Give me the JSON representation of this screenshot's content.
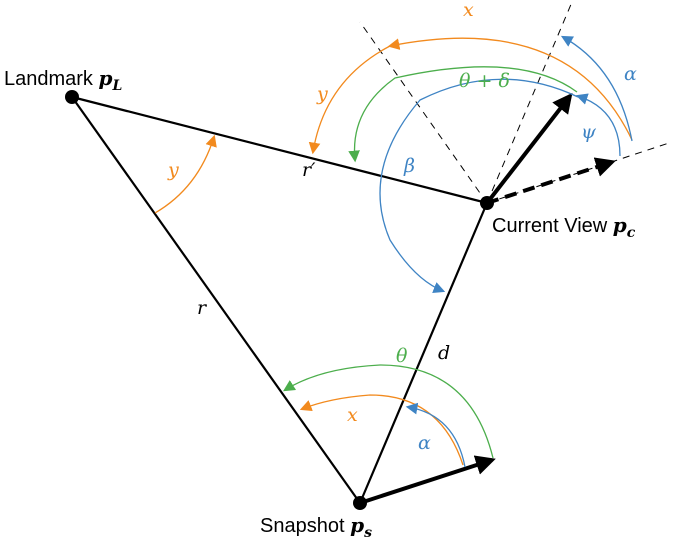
{
  "points": {
    "landmark": {
      "label": "Landmark ",
      "symbol": "p",
      "subscript": "L"
    },
    "current": {
      "label": "Current View ",
      "symbol": "p",
      "subscript": "c"
    },
    "snapshot": {
      "label": "Snapshot ",
      "symbol": "p",
      "subscript": "s"
    }
  },
  "edge_labels": {
    "r": "r",
    "r_prime": "r′",
    "d": "d"
  },
  "angle_labels": {
    "x_top": "x",
    "y_top": "y",
    "theta_delta": "θ + δ",
    "alpha_top": "α",
    "psi": "ψ",
    "beta": "β",
    "y_landmark": "y",
    "theta_bottom": "θ",
    "x_bottom": "x",
    "alpha_bottom": "α"
  },
  "colors": {
    "orange": "#f28a1e",
    "green": "#4cae4c",
    "blue": "#3f84c4",
    "black": "#000000"
  }
}
